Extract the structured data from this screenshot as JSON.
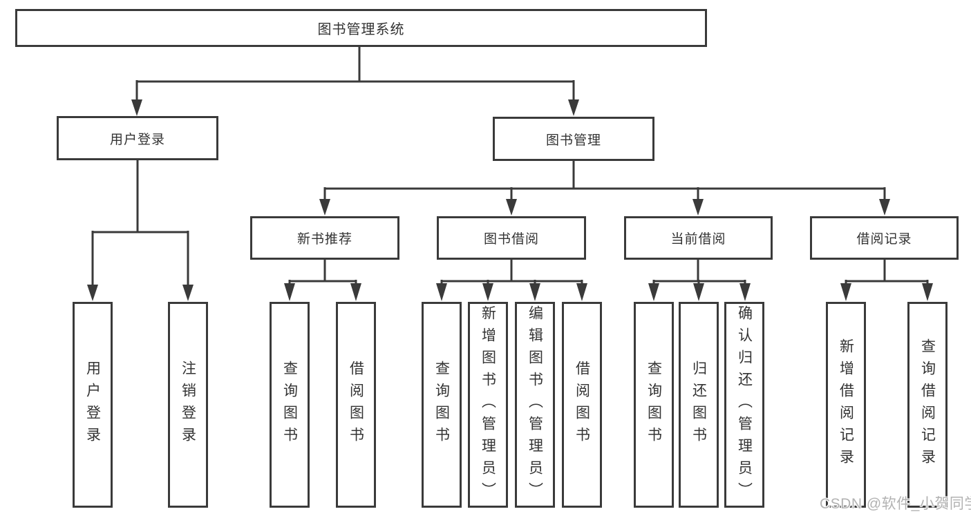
{
  "diagram": {
    "root": {
      "label": "图书管理系统"
    },
    "branches": [
      {
        "label": "用户登录",
        "children": [
          {
            "label": "用户登录"
          },
          {
            "label": "注销登录"
          }
        ]
      },
      {
        "label": "图书管理",
        "sections": [
          {
            "label": "新书推荐",
            "children": [
              {
                "label": "查询图书"
              },
              {
                "label": "借阅图书"
              }
            ]
          },
          {
            "label": "图书借阅",
            "children": [
              {
                "label": "查询图书"
              },
              {
                "label": "新增图书（管理员）"
              },
              {
                "label": "编辑图书（管理员）"
              },
              {
                "label": "借阅图书"
              }
            ]
          },
          {
            "label": "当前借阅",
            "children": [
              {
                "label": "查询图书"
              },
              {
                "label": "归还图书"
              },
              {
                "label": "确认归还（管理员）"
              }
            ]
          },
          {
            "label": "借阅记录",
            "children": [
              {
                "label": "新增借阅记录"
              },
              {
                "label": "查询借阅记录"
              }
            ]
          }
        ]
      }
    ]
  },
  "watermark": {
    "text": "CSDN @软件_小贺同学"
  },
  "colors": {
    "line": "#3a3a3a",
    "text": "#333333",
    "watermark": "#b2b2b2",
    "background": "#ffffff"
  }
}
